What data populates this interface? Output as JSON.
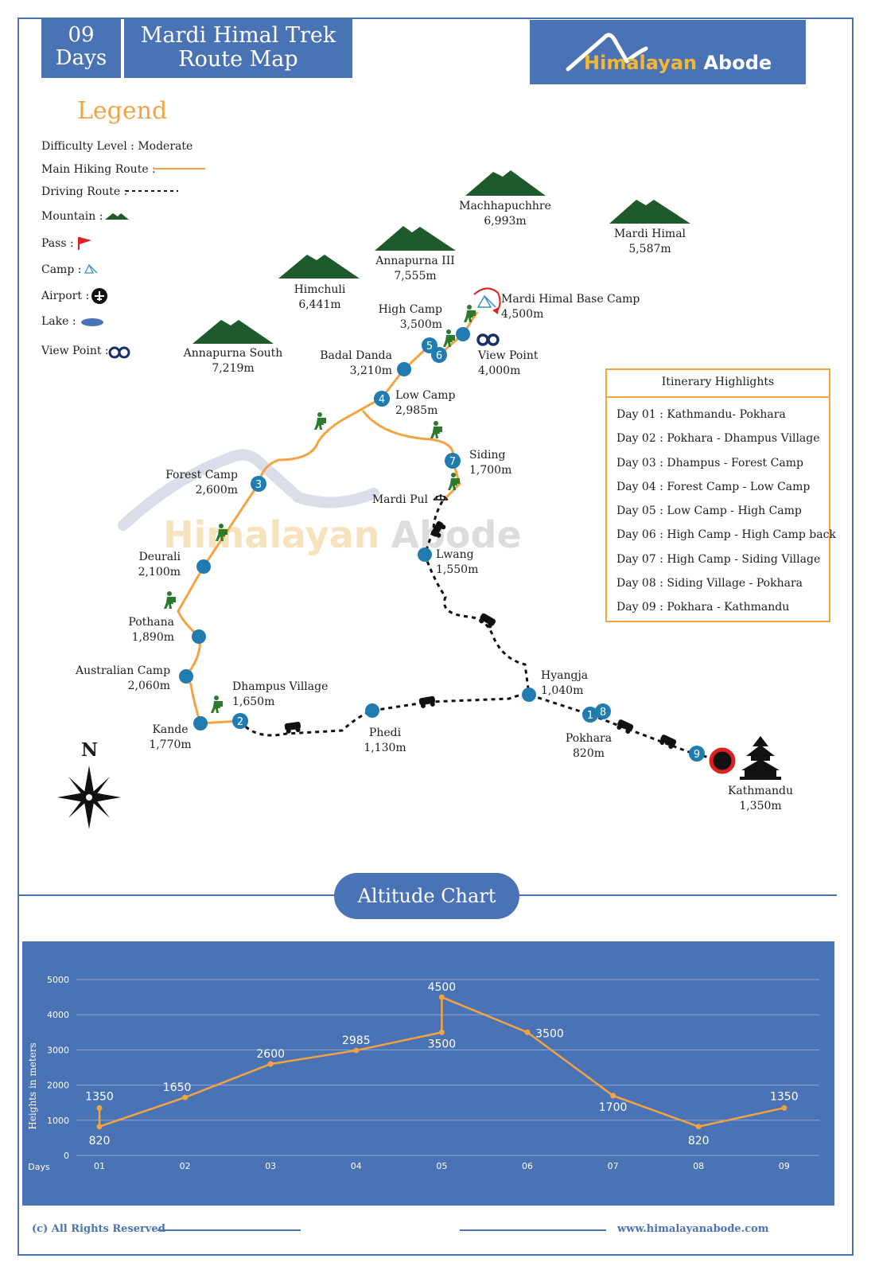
{
  "header": {
    "days_number": "09",
    "days_label": "Days",
    "title_line1": "Mardi Himal Trek",
    "title_line2": "Route Map"
  },
  "logo": {
    "part1": "Himalayan",
    "part2": "Abode"
  },
  "watermark": {
    "part1": "Himalayan",
    "part2": "Abode"
  },
  "legend": {
    "title": "Legend",
    "difficulty_label": "Difficulty Level :",
    "difficulty_value": "Moderate",
    "hiking_route": "Main Hiking Route :",
    "driving_route": "Driving Route :",
    "mountain": "Mountain :",
    "pass": "Pass :",
    "camp": "Camp :",
    "airport": "Airport :",
    "lake": "Lake :",
    "view_point": "View Point :"
  },
  "mountains": [
    {
      "name": "Machhapuchhre",
      "height": "6,993m"
    },
    {
      "name": "Mardi Himal",
      "height": "5,587m"
    },
    {
      "name": "Annapurna III",
      "height": "7,555m"
    },
    {
      "name": "Himchuli",
      "height": "6,441m"
    },
    {
      "name": "Annapurna South",
      "height": "7,219m"
    }
  ],
  "places": [
    {
      "name": "Mardi Himal Base Camp",
      "height": "4,500m"
    },
    {
      "name": "High Camp",
      "height": "3,500m"
    },
    {
      "name": "View Point",
      "height": "4,000m"
    },
    {
      "name": "Badal Danda",
      "height": "3,210m"
    },
    {
      "name": "Low Camp",
      "height": "2,985m"
    },
    {
      "name": "Siding",
      "height": "1,700m"
    },
    {
      "name": "Forest Camp",
      "height": "2,600m"
    },
    {
      "name": "Mardi Pul",
      "height": ""
    },
    {
      "name": "Lwang",
      "height": "1,550m"
    },
    {
      "name": "Deurali",
      "height": "2,100m"
    },
    {
      "name": "Pothana",
      "height": "1,890m"
    },
    {
      "name": "Australian Camp",
      "height": "2,060m"
    },
    {
      "name": "Dhampus Village",
      "height": "1,650m"
    },
    {
      "name": "Hyangja",
      "height": "1,040m"
    },
    {
      "name": "Kande",
      "height": "1,770m"
    },
    {
      "name": "Phedi",
      "height": "1,130m"
    },
    {
      "name": "Pokhara",
      "height": "820m"
    },
    {
      "name": "Kathmandu",
      "height": "1,350m"
    }
  ],
  "day_markers": [
    "1",
    "2",
    "3",
    "4",
    "5",
    "6",
    "7",
    "8",
    "9"
  ],
  "compass": {
    "north": "N"
  },
  "itinerary": {
    "title": "Itinerary Highlights",
    "items": [
      "Day 01 : Kathmandu- Pokhara",
      "Day 02 : Pokhara - Dhampus Village",
      "Day 03 : Dhampus - Forest Camp",
      "Day 04 : Forest Camp - Low Camp",
      "Day 05 : Low Camp - High Camp",
      "Day 06 : High Camp - High Camp back",
      "Day 07 : High Camp - Siding Village",
      "Day 08 : Siding Village - Pokhara",
      "Day 09 : Pokhara - Kathmandu"
    ]
  },
  "altitude_section": {
    "title": "Altitude Chart"
  },
  "chart_data": {
    "type": "line",
    "ylabel": "Heights in meters",
    "xlabel": "Days",
    "ylim": [
      0,
      5000
    ],
    "yticks": [
      0,
      1000,
      2000,
      3000,
      4000,
      5000
    ],
    "categories": [
      "01",
      "02",
      "03",
      "04",
      "05",
      "06",
      "07",
      "08",
      "09"
    ],
    "grid": true,
    "points": [
      {
        "day": 1,
        "value": 1350
      },
      {
        "day": 1,
        "value": 820
      },
      {
        "day": 2,
        "value": 1650
      },
      {
        "day": 3,
        "value": 2600
      },
      {
        "day": 4,
        "value": 2985
      },
      {
        "day": 5,
        "value": 3500
      },
      {
        "day": 5,
        "value": 4500
      },
      {
        "day": 6,
        "value": 3500
      },
      {
        "day": 7,
        "value": 1700
      },
      {
        "day": 8,
        "value": 820
      },
      {
        "day": 9,
        "value": 1350
      }
    ],
    "line_color": "#f4a340",
    "background": "#4a73b5"
  },
  "footer": {
    "copyright": "(c) All Rights Reserved",
    "website": "www.himalayanabode.com"
  },
  "colors": {
    "brand_blue": "#4a73b5",
    "route_orange": "#f4a340",
    "marker_blue": "#1f7bb0",
    "mountain_green": "#1e5a2b"
  }
}
